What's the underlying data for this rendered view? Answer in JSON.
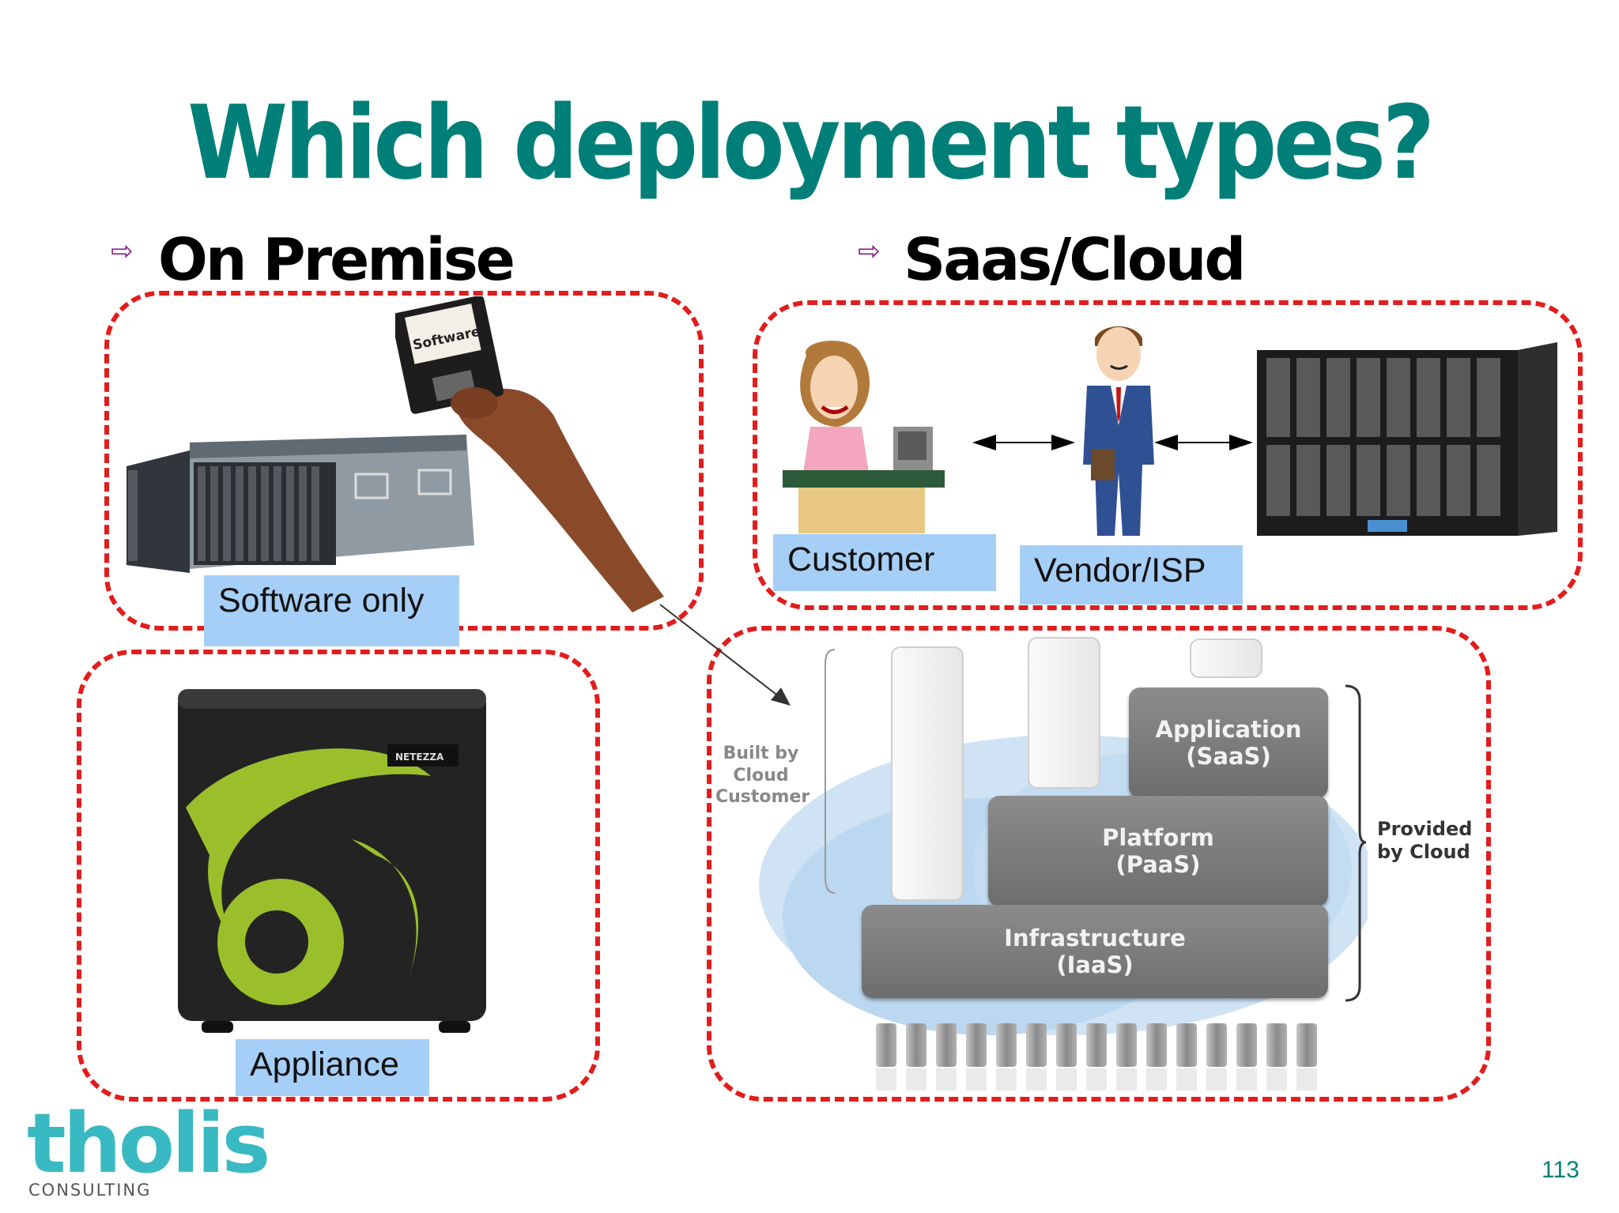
{
  "slide": {
    "title": "Which deployment types?",
    "page_number": "113"
  },
  "sections": {
    "on_premise": "On Premise",
    "saas_cloud": "Saas/Cloud"
  },
  "labels": {
    "software_only": "Software only",
    "appliance": "Appliance",
    "customer": "Customer",
    "vendor_isp": "Vendor/ISP"
  },
  "images": {
    "floppy_label": "Software",
    "netezza_label": "NETEZZA"
  },
  "cloud_stack": {
    "built_by": "Built by\nCloud\nCustomer",
    "provided_by": "Provided\nby Cloud",
    "application": "Application\n(SaaS)",
    "platform": "Platform\n(PaaS)",
    "infrastructure": "Infrastructure\n(IaaS)"
  },
  "logo": {
    "name": "tholis",
    "subtitle": "CONSULTING"
  },
  "colors": {
    "title": "#007f79",
    "dashed_border": "#e21d1d",
    "label_bg": "#a6cff7",
    "logo": "#39b9c2"
  }
}
